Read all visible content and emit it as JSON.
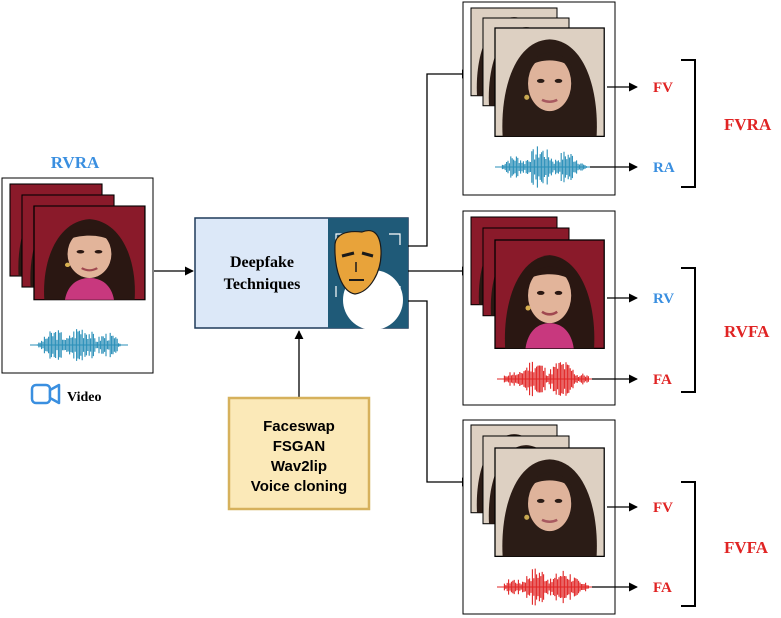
{
  "input": {
    "title": "RVRA",
    "media_label": "Video",
    "icon": "video-camera-icon"
  },
  "process": {
    "line1": "Deepfake",
    "line2": "Techniques",
    "icon": "face-swap-icon"
  },
  "methods": [
    "Faceswap",
    "FSGAN",
    "Wav2lip",
    "Voice cloning"
  ],
  "outputs": [
    {
      "video": "FV",
      "audio": "RA",
      "group": "FVRA"
    },
    {
      "video": "RV",
      "audio": "FA",
      "group": "RVFA"
    },
    {
      "video": "FV",
      "audio": "FA",
      "group": "FVFA"
    }
  ],
  "colors": {
    "real": "#3a8fe0",
    "fake": "#e02424",
    "process_fill": "#dce8f8",
    "process_panel": "#1f5a78",
    "mask": "#e8a33a",
    "methods_fill": "#fbe9b8",
    "methods_border": "#d6b15c",
    "real_wave": "#2a8fb8",
    "fake_wave": "#e02424",
    "frame_bg_real": "#8a1a2a",
    "frame_bg_fake": "#ddd0c2"
  }
}
